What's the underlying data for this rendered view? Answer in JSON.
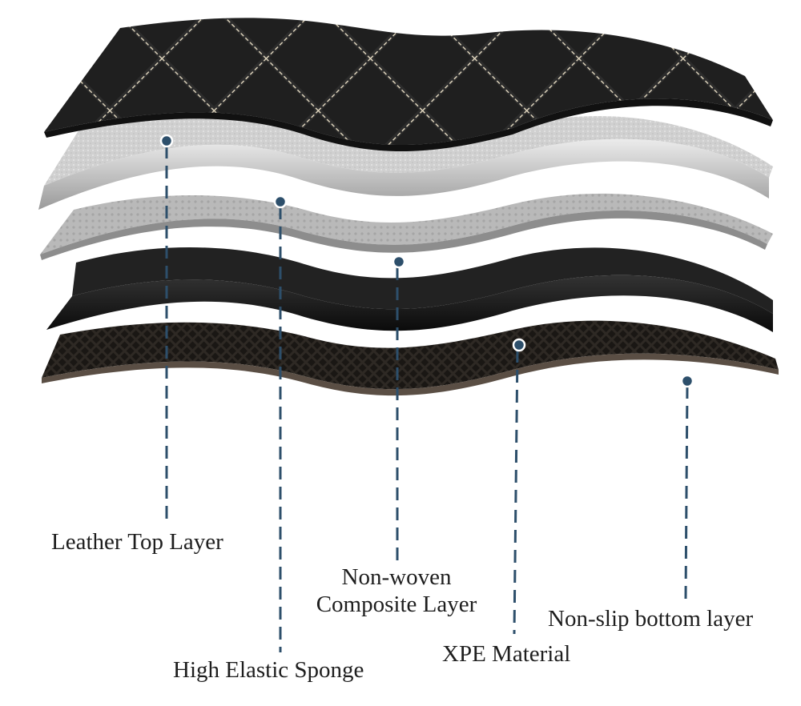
{
  "diagram": {
    "layers": [
      {
        "id": "leather",
        "label": "Leather Top Layer"
      },
      {
        "id": "sponge",
        "label": "High Elastic Sponge"
      },
      {
        "id": "nonwoven",
        "label_line1": "Non-woven",
        "label_line2": "Composite Layer"
      },
      {
        "id": "xpe",
        "label": "XPE Material"
      },
      {
        "id": "nonslip",
        "label": "Non-slip bottom layer"
      }
    ]
  },
  "colors": {
    "leader_line": "#2d4f6b",
    "leather": "#2a2a2a",
    "stitch": "#d9cfb8",
    "sponge": "#d6d6d6",
    "nonwoven": "#b8b8b8",
    "xpe": "#1c1c1c",
    "bottom": "#2b2622"
  }
}
